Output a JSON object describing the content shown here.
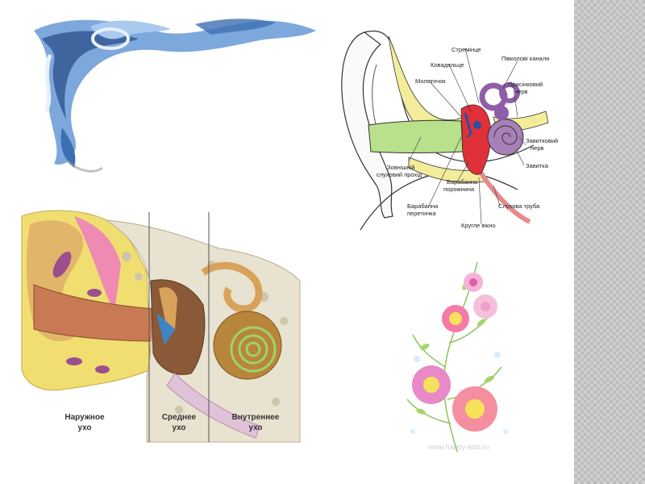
{
  "diagram_top": {
    "labels": {
      "strem": "Стремінце",
      "kovad": "Ковадельце",
      "pivkol": "Півколові канали",
      "molot": "Молоточок",
      "prysinkovyi": [
        "Присінковий",
        "нерв"
      ],
      "zavytkovyi": [
        "Завитковий",
        "нерв"
      ],
      "zavytka": "Завитка",
      "zovn": [
        "Зовнішній",
        "слуховий прохід"
      ],
      "barab_poroz": [
        "Барабанна",
        "порожнина"
      ],
      "barab_perep": [
        "Барабанна",
        "перетинка"
      ],
      "sluh_truba": "Слухова труба",
      "krugle": "Кругле вікно"
    }
  },
  "diagram_bottom": {
    "labels": {
      "outer": [
        "Наружное",
        "ухо"
      ],
      "middle": [
        "Среднее",
        "ухо"
      ],
      "inner": [
        "Внутреннее",
        "ухо"
      ]
    }
  },
  "flowers": {
    "watermark": "www.happy-kids.ru"
  }
}
